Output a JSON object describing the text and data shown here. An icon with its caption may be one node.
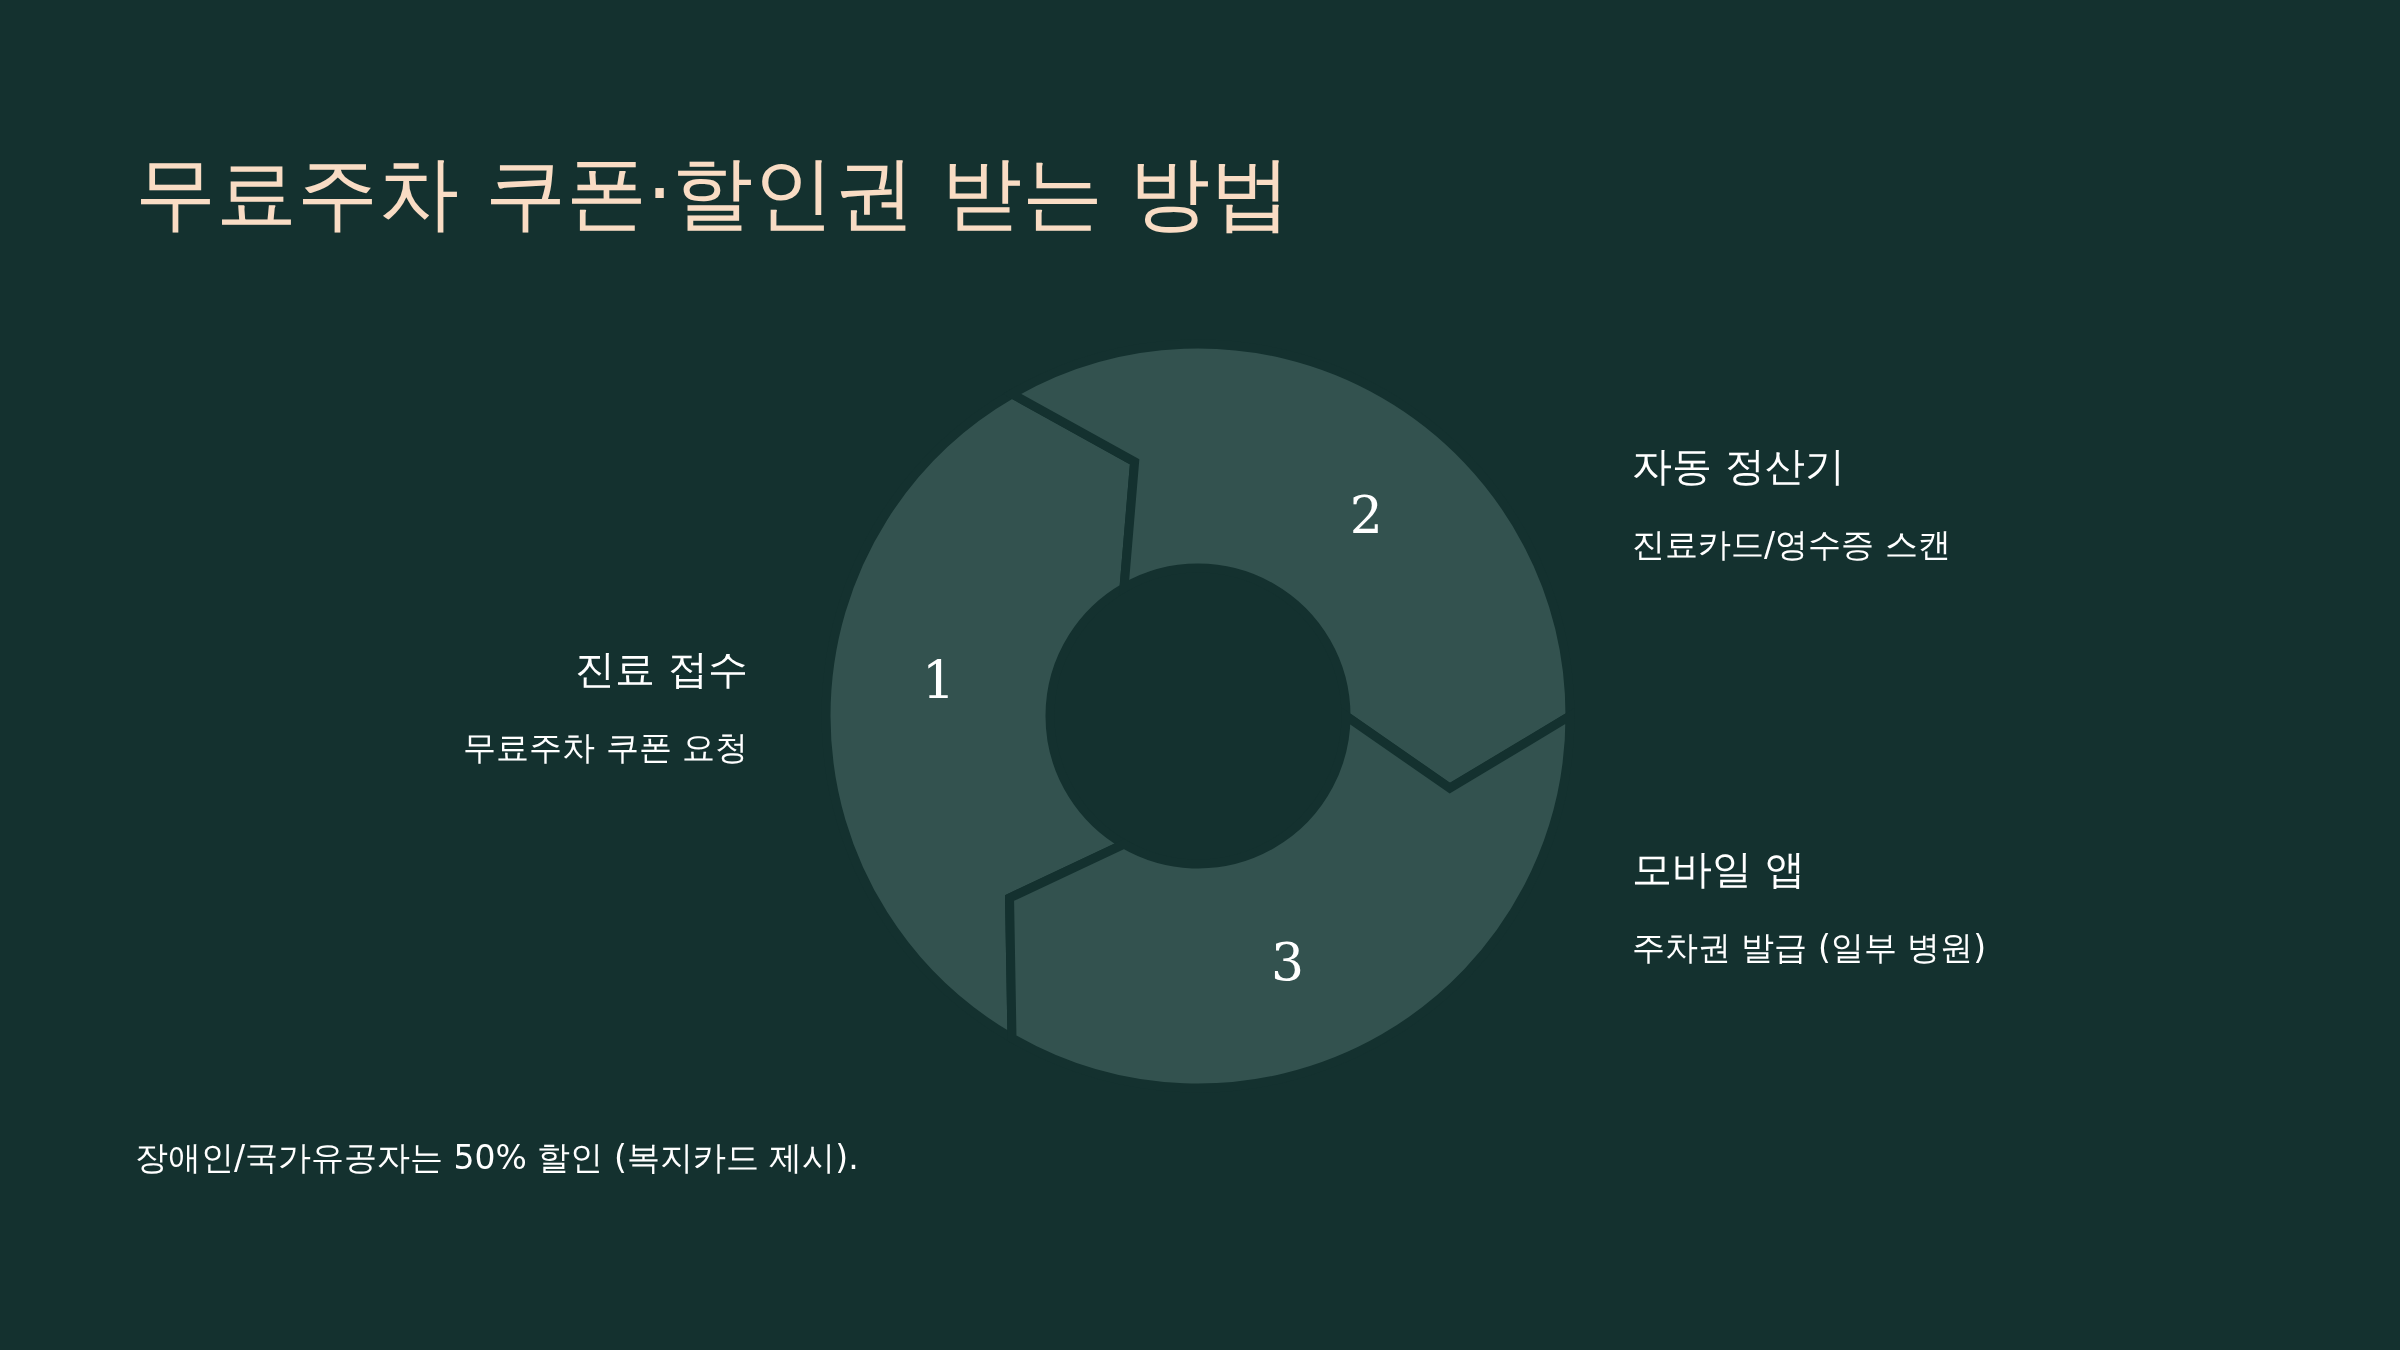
{
  "diagram": {
    "title": "무료주차 쿠폰·할인권 받는 방법",
    "nodes": [
      {
        "text": [
          "1"
        ],
        "beside": [
          "진료 접수",
          "무료주차 쿠폰 요청"
        ]
      },
      {
        "text": [
          "2"
        ],
        "beside": [
          "자동 정산기",
          "진료카드/영수증 스캔"
        ]
      },
      {
        "text": [
          "3"
        ],
        "beside": [
          "모바일 앱",
          "주차권 발급 (일부 병원)"
        ]
      }
    ],
    "labels": [
      "장애인/국가유공자는 50% 할인 (복지카드 제시)."
    ]
  }
}
